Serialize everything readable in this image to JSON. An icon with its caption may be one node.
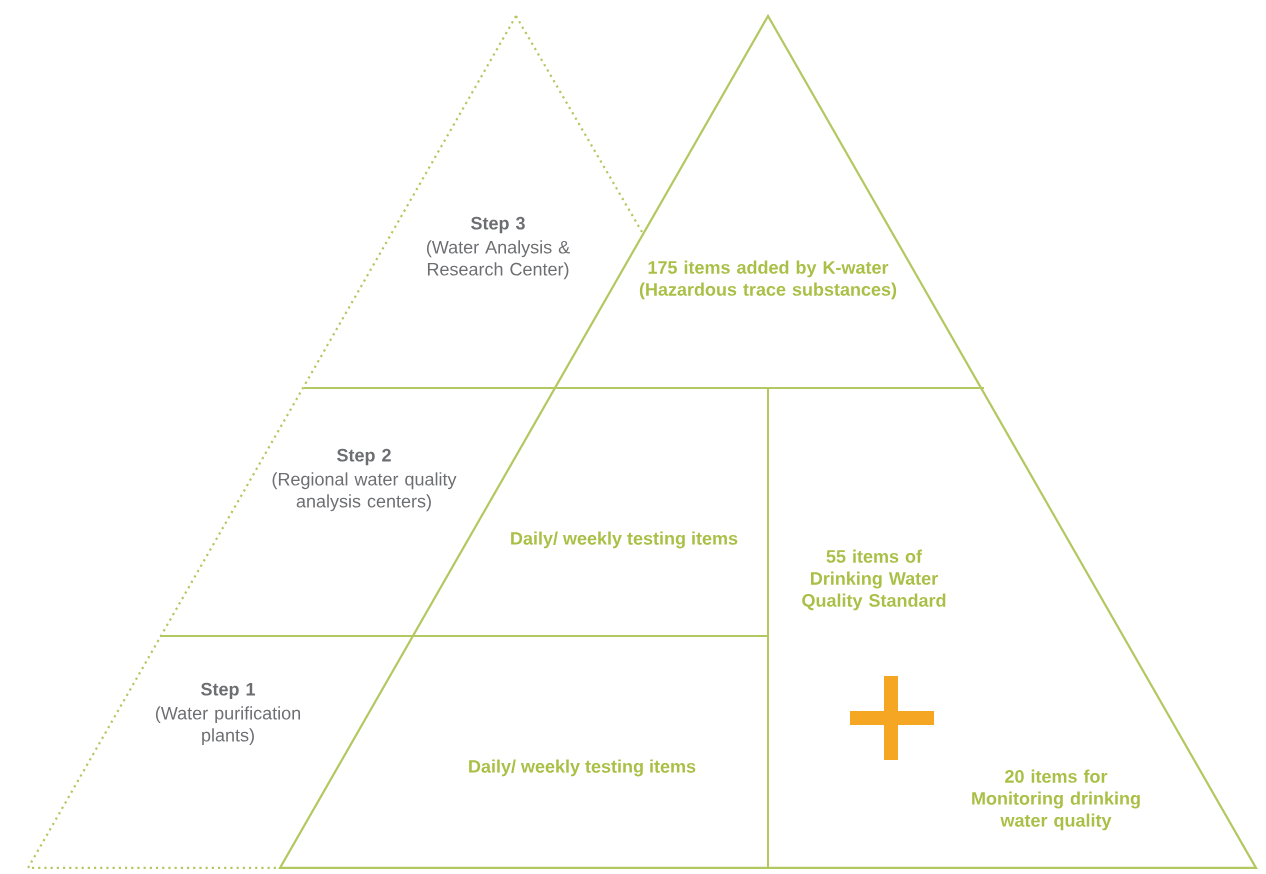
{
  "diagram": {
    "nodes": [
      {
        "text": [
          "Step 3",
          "(Water Analysis & Research Center)"
        ]
      },
      {
        "text": [
          "175 items added by K-water (Hazardous trace substances)"
        ]
      },
      {
        "text": [
          "Step 2",
          "(Regional water quality analysis centers)"
        ]
      },
      {
        "text": [
          "Daily/ weekly testing items"
        ]
      },
      {
        "text": [
          "55 items of Drinking Water Quality Standard",
          "20 items for Monitoring drinking water quality"
        ]
      },
      {
        "text": [
          "Step 1",
          "(Water purification plants)"
        ]
      },
      {
        "text": [
          "Daily/ weekly testing items"
        ]
      }
    ]
  }
}
